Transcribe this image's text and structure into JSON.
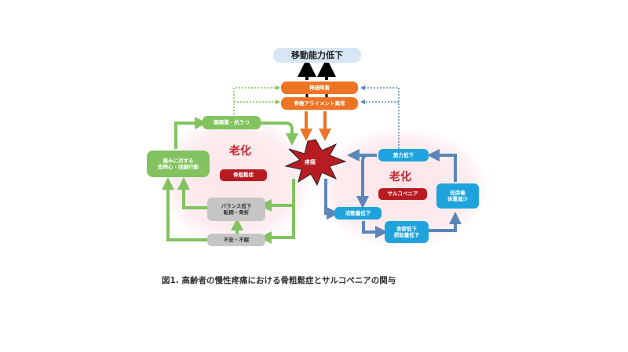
{
  "diagram": {
    "top_outcome": "移動能力低下",
    "orange_boxes": [
      "神経障害",
      "脊椎アライメント異常"
    ],
    "pain_burst": "疼痛",
    "left_cluster": {
      "center_label": "老化",
      "disease_badge": "骨粗鬆症",
      "nodes": {
        "drug": "鎮痛薬・抗うつ",
        "fear": "痛みに対する\n恐怖心・回避行動",
        "balance": "バランス低下\n転倒・骨折",
        "anxiety": "不安・不眠"
      }
    },
    "right_cluster": {
      "center_label": "老化",
      "disease_badge": "サルコペニア",
      "nodes": {
        "muscle": "筋力低下",
        "activity": "活動量低下",
        "appetite": "食欲低下\n摂取量低下",
        "nutrition": "低栄養\n体重減少"
      }
    },
    "colors": {
      "orange": "#ec7424",
      "green": "#82c35f",
      "blue": "#1fa3dc",
      "arrow_blue": "#5b86b8",
      "red": "#b81c22",
      "gray": "#c5c5c5",
      "top": "#d6e6f4"
    }
  },
  "caption": "図1. 高齢者の慢性疼痛における骨粗鬆症とサルコペニアの関与"
}
